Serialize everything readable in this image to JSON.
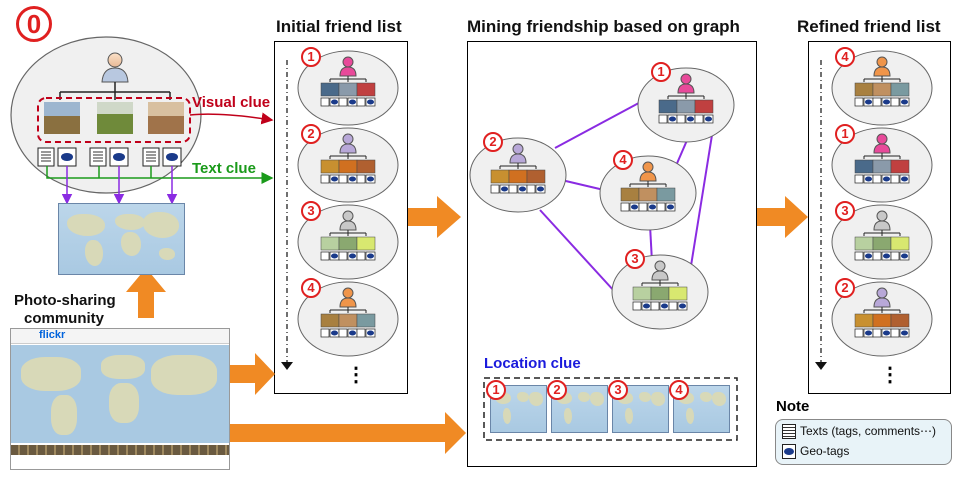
{
  "headers": {
    "initial": "Initial friend list",
    "mining": "Mining friendship based on graph",
    "refined": "Refined friend list"
  },
  "user_zero": "0",
  "visual_clue": "Visual clue",
  "text_clue": "Text clue",
  "community": {
    "line1": "Photo-sharing",
    "line2": "community",
    "logo": "flickr"
  },
  "location_clue": "Location clue",
  "initial_list": [
    "1",
    "2",
    "3",
    "4"
  ],
  "graph_nodes": [
    "1",
    "2",
    "4",
    "3"
  ],
  "location_items": [
    "1",
    "2",
    "3",
    "4"
  ],
  "refined_list": [
    "4",
    "1",
    "3",
    "2"
  ],
  "ellipsis": "⋮",
  "note": {
    "title": "Note",
    "texts": "Texts (tags, comments⋯)",
    "geo": "Geo-tags"
  },
  "colors": {
    "orange": "#f08a24",
    "red": "#c0001a",
    "green": "#1a9a1a",
    "purple": "#8a2be2",
    "blue": "#1a1adc"
  }
}
